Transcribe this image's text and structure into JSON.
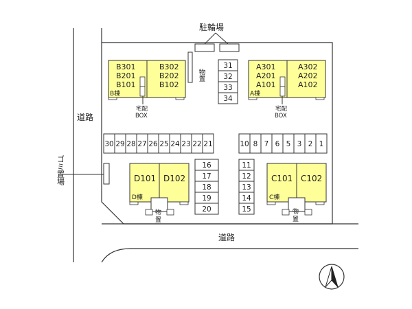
{
  "labels": {
    "bicycle_parking": "駐輪場",
    "road_left": "道路",
    "road_bottom": "道路",
    "garbage": "ゴミ置場",
    "storage": "物置",
    "delivery_box": "宅配BOX"
  },
  "buildings": {
    "b": {
      "units": [
        "B301",
        "B201",
        "B101",
        "B302",
        "B202",
        "B102"
      ],
      "tag": "B棟"
    },
    "a": {
      "units": [
        "A301",
        "A201",
        "A101",
        "A302",
        "A202",
        "A102"
      ],
      "tag": "A棟"
    },
    "d": {
      "units": [
        "D101",
        "D102"
      ],
      "tag": "D棟"
    },
    "c": {
      "units": [
        "C101",
        "C102"
      ],
      "tag": "C棟"
    }
  },
  "parking": {
    "row_left": [
      "30",
      "29",
      "28",
      "27",
      "26",
      "25",
      "24",
      "23",
      "22",
      "21"
    ],
    "row_right": [
      "10",
      "8",
      "7",
      "6",
      "5",
      "3",
      "2",
      "1"
    ],
    "col_top": [
      "31",
      "32",
      "33",
      "34"
    ],
    "col_mid_left": [
      "16",
      "17",
      "18",
      "19",
      "20"
    ],
    "col_mid_right": [
      "11",
      "12",
      "13",
      "14",
      "15"
    ]
  },
  "colors": {
    "building": "#ffff99",
    "line": "#333333",
    "background": "#ffffff"
  },
  "icons": {
    "north": "north-arrow-icon"
  }
}
